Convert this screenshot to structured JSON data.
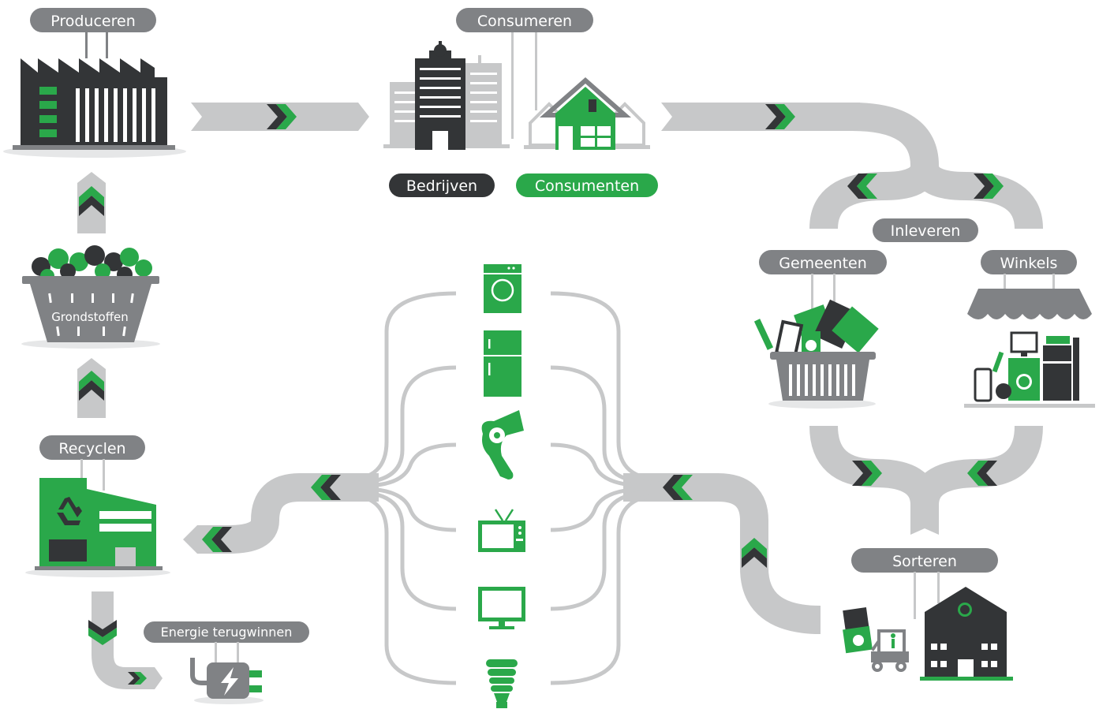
{
  "stages": {
    "produceren": "Produceren",
    "consumeren": "Consumeren",
    "bedrijven": "Bedrijven",
    "consumenten": "Consumenten",
    "inleveren": "Inleveren",
    "gemeenten": "Gemeenten",
    "winkels": "Winkels",
    "sorteren": "Sorteren",
    "recyclen": "Recyclen",
    "grondstoffen": "Grondstoffen",
    "energie": "Energie terugwinnen"
  },
  "colors": {
    "green": "#2aa84a",
    "dark": "#333537",
    "grey": "#808285",
    "light": "#c7c8c9"
  },
  "appliances": [
    "washing-machine-icon",
    "fridge-icon",
    "hair-dryer-icon",
    "tv-icon",
    "monitor-icon",
    "energy-saving-bulb-icon"
  ]
}
